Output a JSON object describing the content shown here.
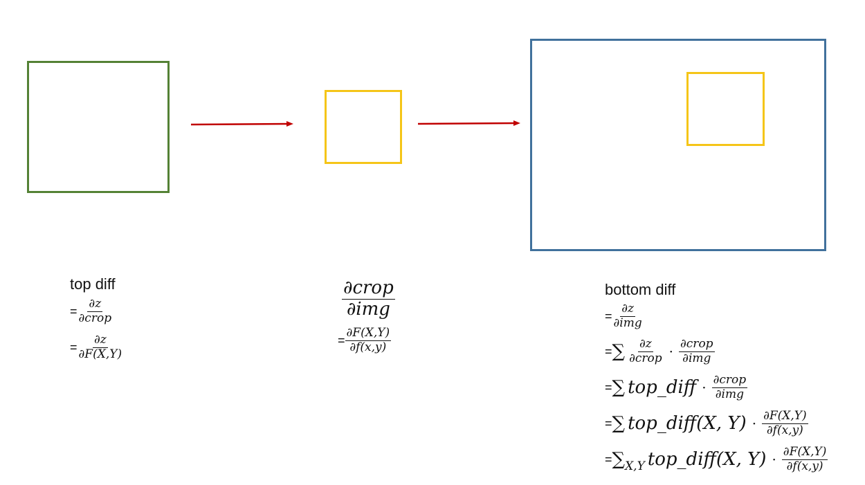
{
  "left_block": {
    "title": "top diff",
    "eq": "=",
    "line1": {
      "num": "∂z",
      "den": "∂crop"
    },
    "line2": {
      "num": "∂z",
      "den": "∂F(X,Y)"
    }
  },
  "middle_block": {
    "main": {
      "num": "∂crop",
      "den": "∂img"
    },
    "eq": "=",
    "line1": {
      "num": "∂F(X,Y)",
      "den": "∂f(x,y)"
    }
  },
  "right_block": {
    "title": "bottom diff",
    "eq": "=",
    "sum": "∑",
    "dot": "·",
    "line1": {
      "num": "∂z",
      "den": "∂img"
    },
    "line2": {
      "f1": {
        "num": "∂z",
        "den": "∂crop"
      },
      "f2": {
        "num": "∂crop",
        "den": "∂img"
      }
    },
    "line3": {
      "term": "top_diff",
      "f": {
        "num": "∂crop",
        "den": "∂img"
      }
    },
    "line4": {
      "term": "top_diff(X, Y)",
      "f": {
        "num": "∂F(X,Y)",
        "den": "∂f(x,y)"
      }
    },
    "line5": {
      "sub": "X,Y",
      "term": "top_diff(X, Y)",
      "f": {
        "num": "∂F(X,Y)",
        "den": "∂f(x,y)"
      }
    }
  },
  "colors": {
    "green": "#548235",
    "yellow": "#f5c518",
    "blue": "#41719c",
    "arrow": "#c00000"
  }
}
